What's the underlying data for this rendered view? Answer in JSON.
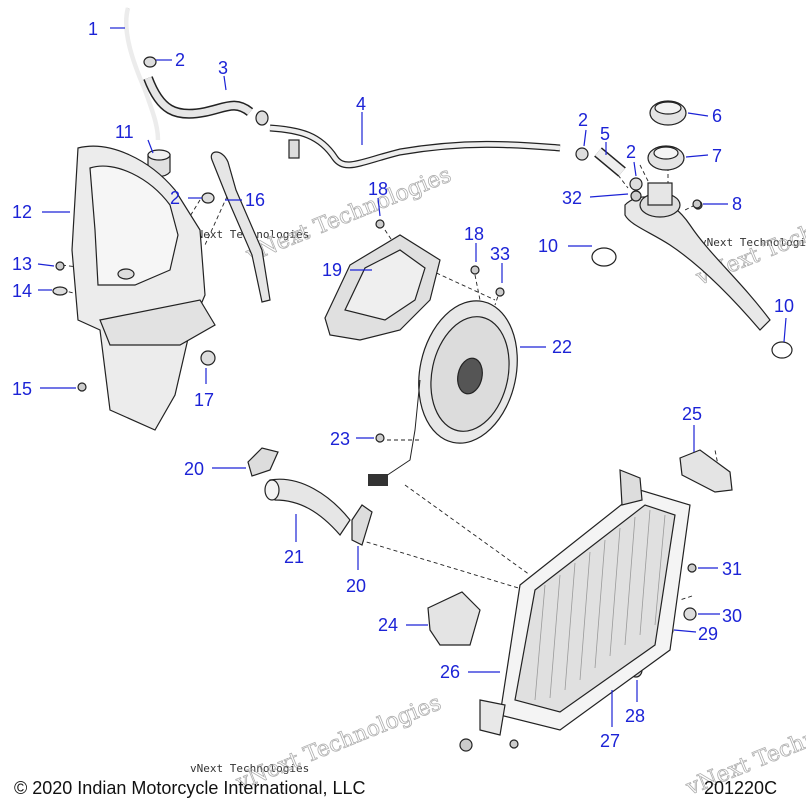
{
  "callouts": {
    "c1": "1",
    "c2a": "2",
    "c3": "3",
    "c4": "4",
    "c2b": "2",
    "c5": "5",
    "c6": "6",
    "c2c": "2",
    "c7": "7",
    "c11": "11",
    "c2d": "2",
    "c16": "16",
    "c12": "12",
    "c18a": "18",
    "c32": "32",
    "c8": "8",
    "c18b": "18",
    "c33": "33",
    "c10a": "10",
    "c13": "13",
    "c19": "19",
    "c14": "14",
    "c10b": "10",
    "c22": "22",
    "c15": "15",
    "c17": "17",
    "c23": "23",
    "c25": "25",
    "c20a": "20",
    "c21": "21",
    "c20b": "20",
    "c31": "31",
    "c30": "30",
    "c24": "24",
    "c29": "29",
    "c26": "26",
    "c28": "28",
    "c27": "27"
  },
  "footer": {
    "copyright": "© 2020 Indian Motorcycle International, LLC",
    "drawing_id": "201220C"
  },
  "watermark": {
    "text": "vNext Technologies"
  },
  "colors": {
    "callout": "#1c23d6",
    "line_art": "#222222",
    "part_fill": "#e6e6e6"
  }
}
